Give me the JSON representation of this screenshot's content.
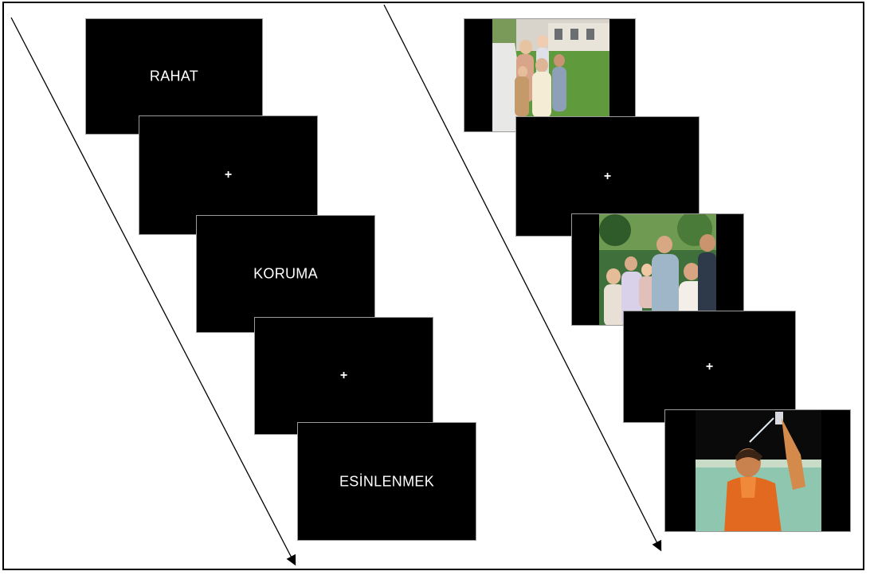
{
  "left_sequence": {
    "word_1": "RAHAT",
    "fixation_1": "+",
    "word_2": "KORUMA",
    "fixation_2": "+",
    "word_3": "ESİNLENMEK"
  },
  "right_sequence": {
    "image_1": "family-photo-icon",
    "fixation_1": "+",
    "image_2": "group-photo-icon",
    "fixation_2": "+",
    "image_3": "drinking-photo-icon"
  },
  "colors": {
    "screen": "#000000",
    "text": "#ffffff",
    "border": "#000000"
  }
}
